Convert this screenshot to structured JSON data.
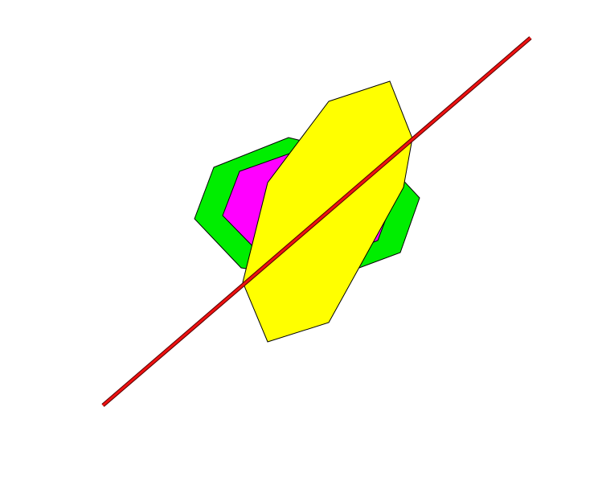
{
  "figure": {
    "background_color": "#ffffff",
    "shapes": [
      {
        "name": "green-octagon-ring",
        "fill": "#00ee00",
        "stroke": "#000000"
      },
      {
        "name": "magenta-octagon",
        "fill": "#ff00ff",
        "stroke": "#000000"
      },
      {
        "name": "yellow-hexagon",
        "fill": "#ffff00",
        "stroke": "#000000"
      },
      {
        "name": "red-diagonal-line",
        "stroke": "#ee1111",
        "outline": "#550000"
      }
    ]
  }
}
